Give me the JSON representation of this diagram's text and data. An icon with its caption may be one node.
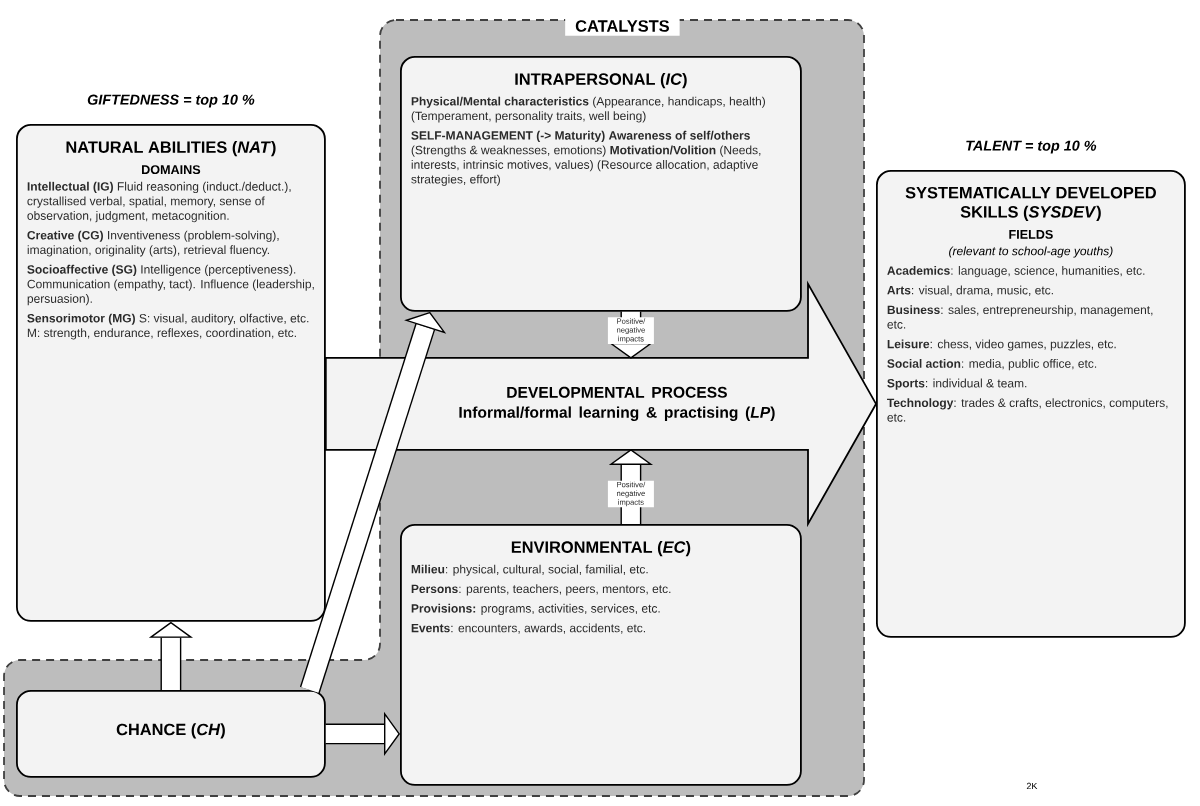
{
  "diagram": {
    "nodes": [
      {
        "text": [
          "NATURAL ABILITIES (*NAT*)",
          "DOMAINS",
          "**Intellectual (IG)** Fluid reasoning (induct./deduct.), crystallised verbal, spatial, memory, sense of observation, judgment, metacognition.",
          "**Creative (CG)** Inventiveness (problem-solving), imagination, originality (arts), retrieval fluency.",
          "**Socioaffective (SG)** Intelligence (perceptiveness). Communication (empathy, tact). Influence (leadership, persuasion).",
          "**Sensorimotor (MG)** S: visual, auditory, olfactive, etc. M: strength, endurance, reflexes, coordination, etc."
        ],
        "beside": [
          "GIFTEDNESS = top 10 %"
        ]
      },
      {
        "text": [
          "CATALYSTS"
        ]
      },
      {
        "text": [
          "INTRAPERSONAL (*IC*)",
          "**Physical/Mental characteristics** (Appearance, handicaps, health) (Temperament, personality traits, well being)",
          "**SELF-MANAGEMENT (-> Maturity) Awareness of self/others** (Strengths & weaknesses, emotions) **Motivation/Volition** (Needs, interests, intrinsic motives, values) (Resource allocation, adaptive strategies, effort)"
        ],
        "in": 1
      },
      {
        "text": [
          "ENVIRONMENTAL (*EC*)",
          "**Milieu**: physical, cultural, social, familial, etc.",
          "**Persons**: parents, teachers, peers, mentors, etc.",
          "**Provisions:** programs, activities, services, etc.",
          "**Events**: encounters, awards, accidents, etc."
        ],
        "in": 1
      },
      {
        "text": [
          "CHANCE (*CH*)"
        ],
        "in": 1
      },
      {
        "text": [
          "SYSTEMATICALLY DEVELOPED SKILLS (*SYSDEV*)",
          "FIELDS",
          "(relevant to school-age youths)",
          "**Academics**: language, science, humanities, etc.",
          "**Arts**: visual, drama, music, etc.",
          "**Business**: sales, entrepreneurship, management, etc.",
          "**Leisure**: chess, video games, puzzles, etc.",
          "**Social action**: media, public office, etc.",
          "**Sports**: individual & team.",
          "**Technology**: trades & crafts, electronics, computers, etc."
        ],
        "beside": [
          "TALENT = top 10 %"
        ]
      }
    ],
    "edges": [
      {
        "from": 0,
        "to": 5,
        "arrow": "to",
        "label": "DEVELOPMENTAL PROCESS Informal/formal learning & practising (*LP*)"
      },
      {
        "from": 2,
        "to": null,
        "arrow": "to",
        "label": "Positive/ negative impacts"
      },
      {
        "from": 3,
        "to": null,
        "arrow": "to",
        "label": "Positive/ negative impacts"
      },
      {
        "from": 4,
        "to": 0,
        "arrow": "to"
      },
      {
        "from": 4,
        "to": 2,
        "arrow": "to"
      },
      {
        "from": 4,
        "to": 3,
        "arrow": "to"
      }
    ],
    "labels": [
      "2K"
    ]
  }
}
